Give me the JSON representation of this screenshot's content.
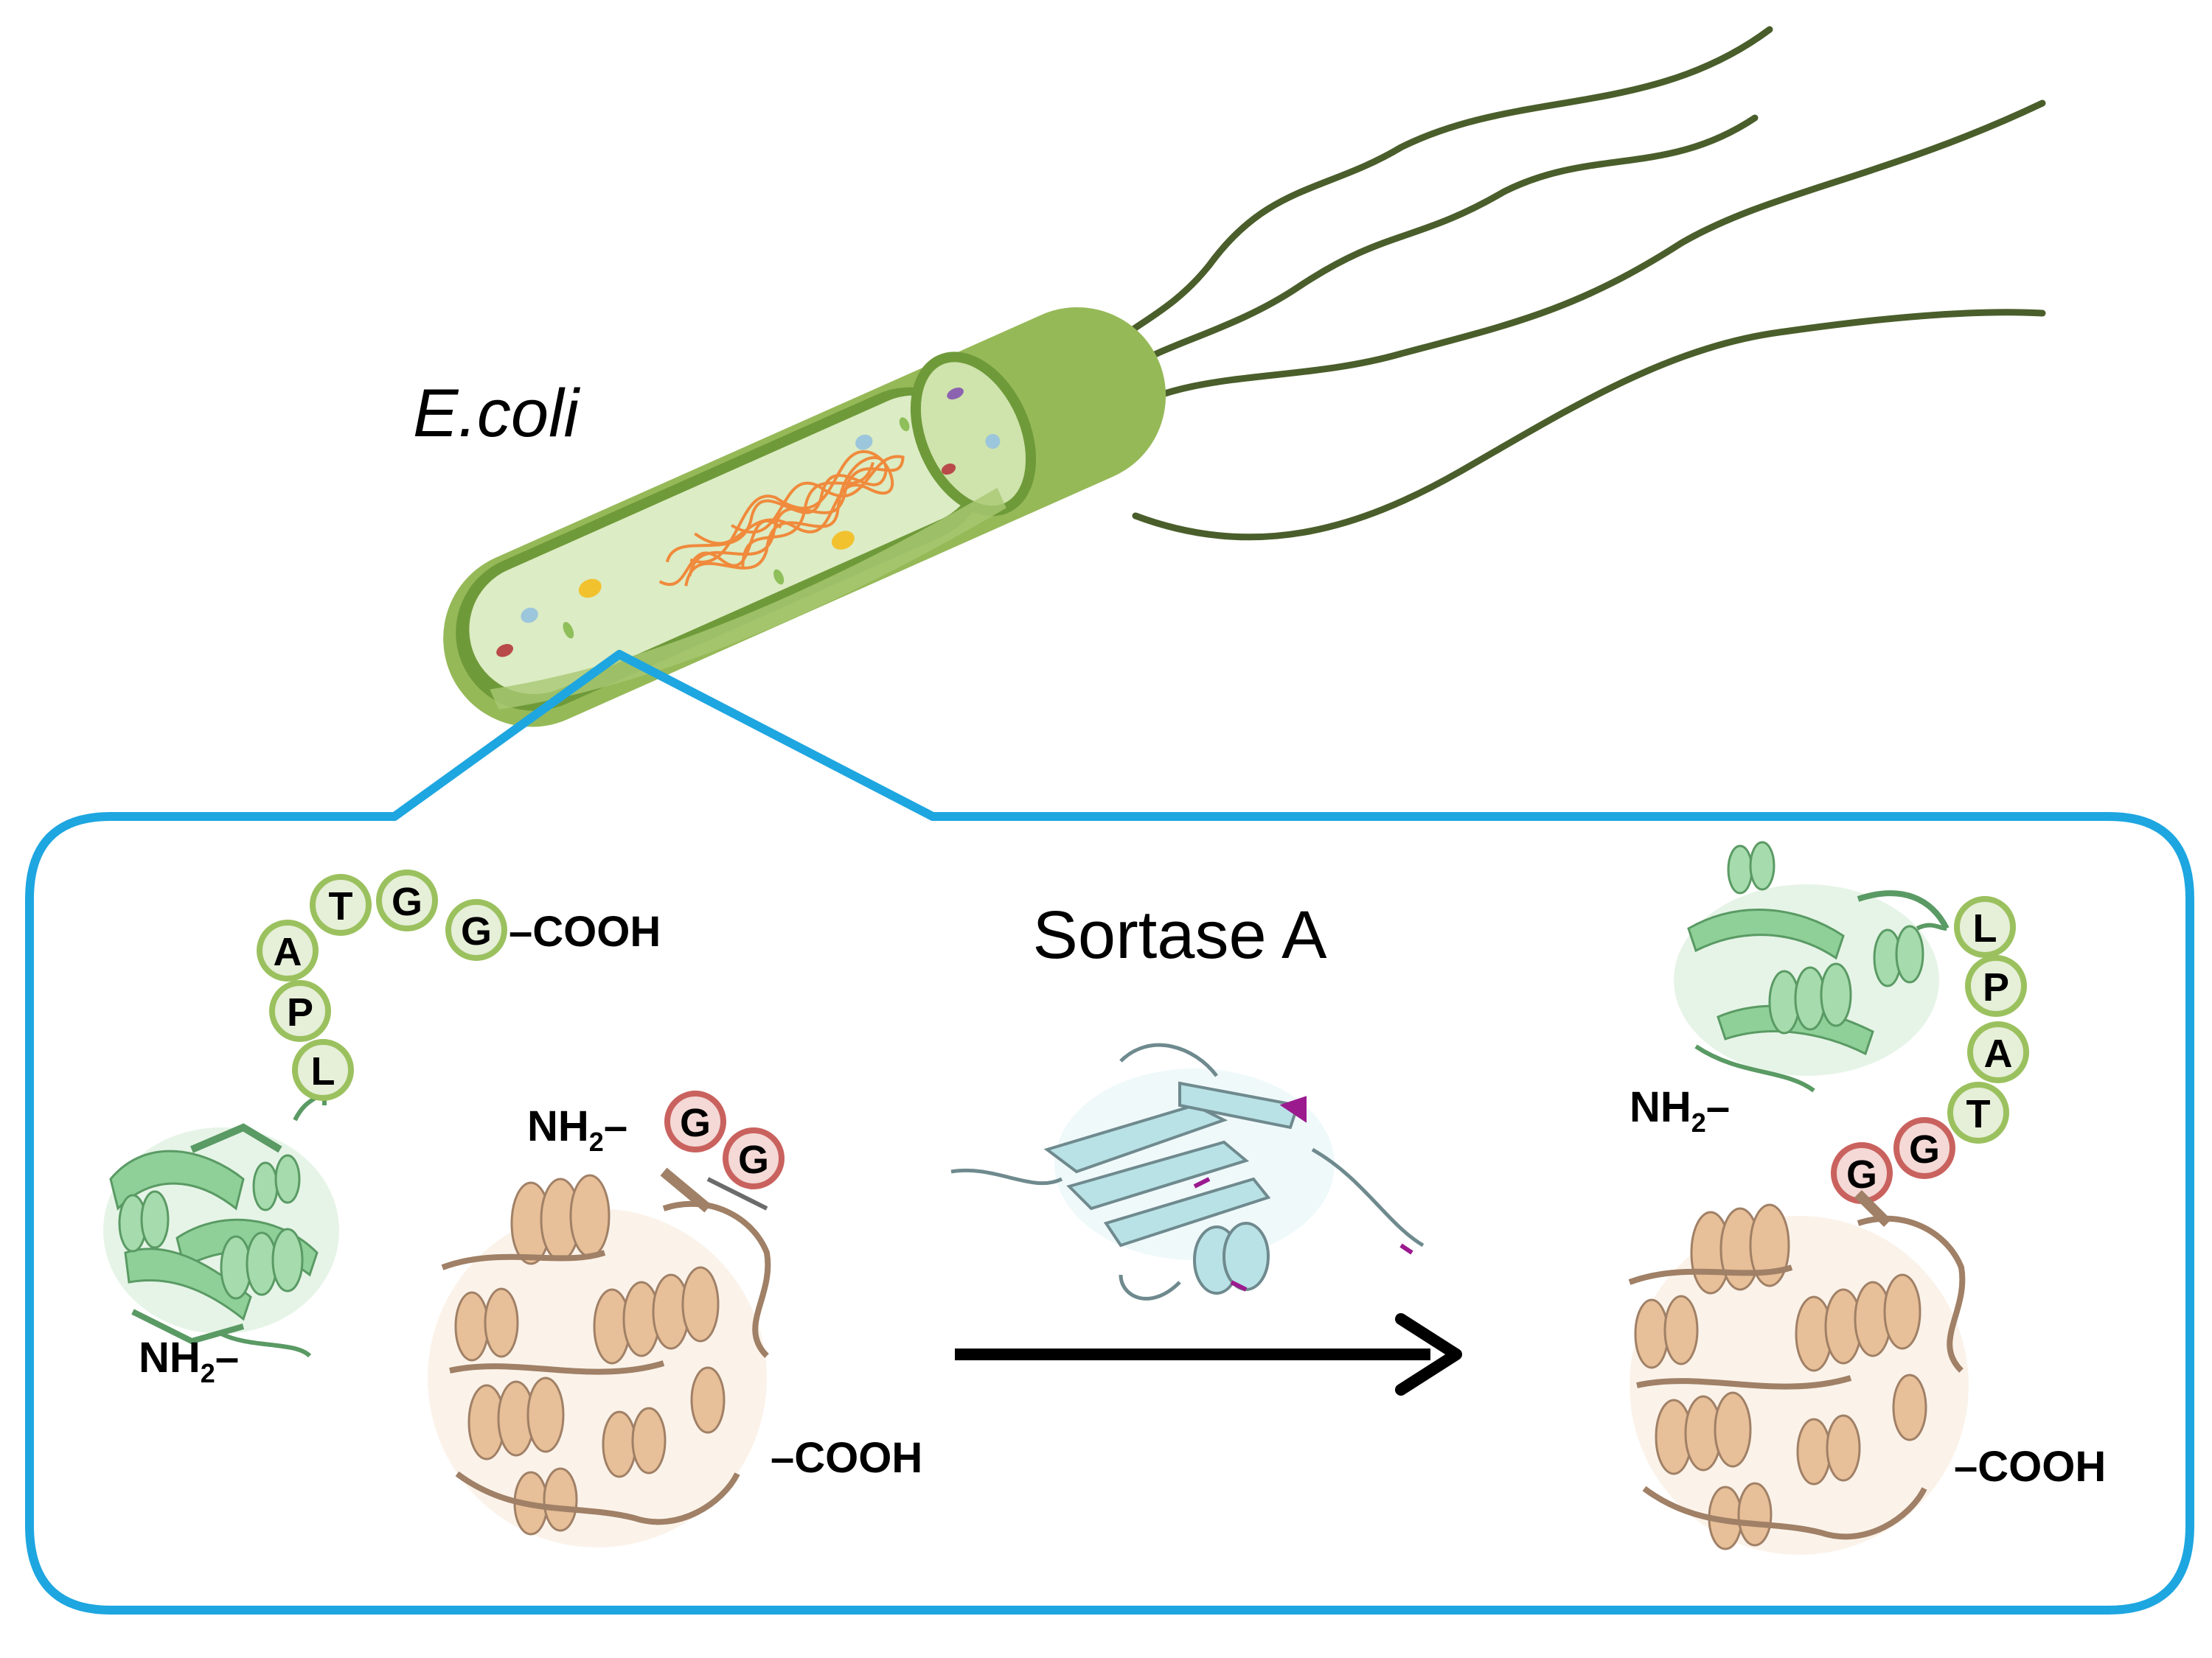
{
  "organism": {
    "name": "E.coli"
  },
  "enzyme": {
    "name": "Sortase A"
  },
  "colors": {
    "frame": "#1ea6e0",
    "cell_body": "#96b958",
    "cell_dark": "#6f9a3a",
    "cytoplasm": "#dcecc4",
    "flagella": "#4a5e2b",
    "dna": "#f08a3c",
    "green_tag": "#9bc15f",
    "green_fill": "#e6efd8",
    "red_tag": "#c9625e",
    "red_fill": "#f4d9d6",
    "green_protein": "#8fcf98",
    "tan_protein": "#e7bf98",
    "sortase": "#b9e2e6",
    "arrow": "#000000"
  },
  "left_green_protein": {
    "tag_residues": [
      "L",
      "P",
      "A",
      "T",
      "G",
      "G"
    ],
    "c_terminus": "COOH",
    "n_terminus": "NH",
    "n_sub": "2"
  },
  "left_tan_protein": {
    "tag_residues": [
      "G",
      "G"
    ],
    "n_terminus": "NH",
    "n_sub": "2",
    "c_terminus": "COOH"
  },
  "product": {
    "green_residues": [
      "L",
      "P",
      "A",
      "T"
    ],
    "red_residues": [
      "G",
      "G"
    ],
    "n_terminus": "NH",
    "n_sub": "2",
    "c_terminus": "COOH"
  }
}
